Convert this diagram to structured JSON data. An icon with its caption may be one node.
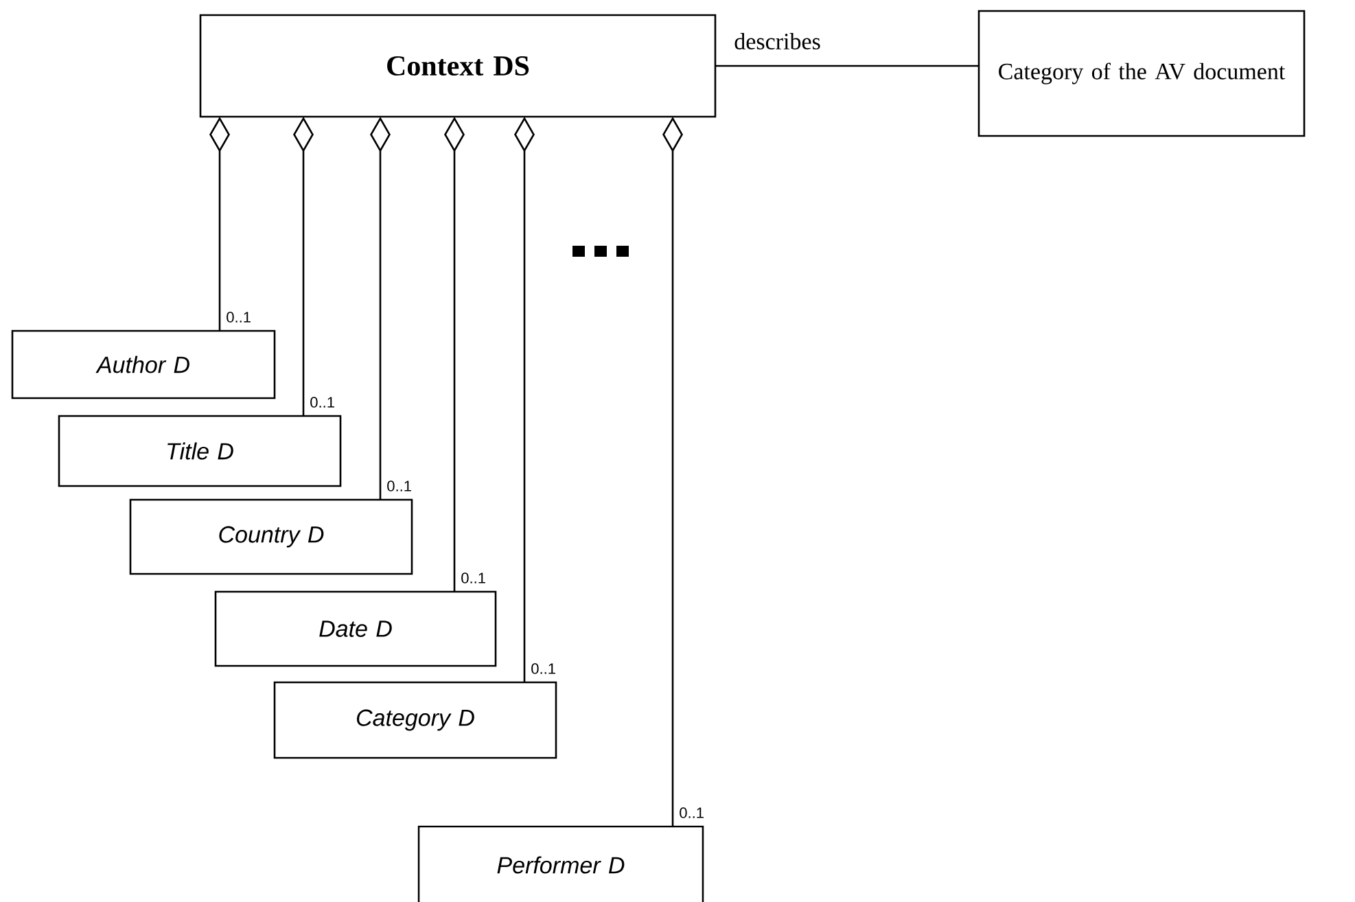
{
  "diagram": {
    "nodes": [
      {
        "text": [
          "Context DS"
        ]
      },
      {
        "text": [
          "Category of the AV document"
        ]
      },
      {
        "text": [
          "Author D"
        ]
      },
      {
        "text": [
          "Title D"
        ]
      },
      {
        "text": [
          "Country D"
        ]
      },
      {
        "text": [
          "Date D"
        ]
      },
      {
        "text": [
          "Category D"
        ]
      },
      {
        "text": [
          "Performer D"
        ]
      }
    ],
    "edges": [
      {
        "from": 0,
        "to": 1,
        "arrow": "none",
        "label": "describes"
      },
      {
        "from": 2,
        "to": 0,
        "arrow": "other",
        "label": "0..1"
      },
      {
        "from": 3,
        "to": 0,
        "arrow": "other",
        "label": "0..1"
      },
      {
        "from": 4,
        "to": 0,
        "arrow": "other",
        "label": "0..1"
      },
      {
        "from": 5,
        "to": 0,
        "arrow": "other",
        "label": "0..1"
      },
      {
        "from": 6,
        "to": 0,
        "arrow": "other",
        "label": "0..1"
      },
      {
        "from": 7,
        "to": 0,
        "arrow": "other",
        "label": "0..1"
      }
    ]
  }
}
